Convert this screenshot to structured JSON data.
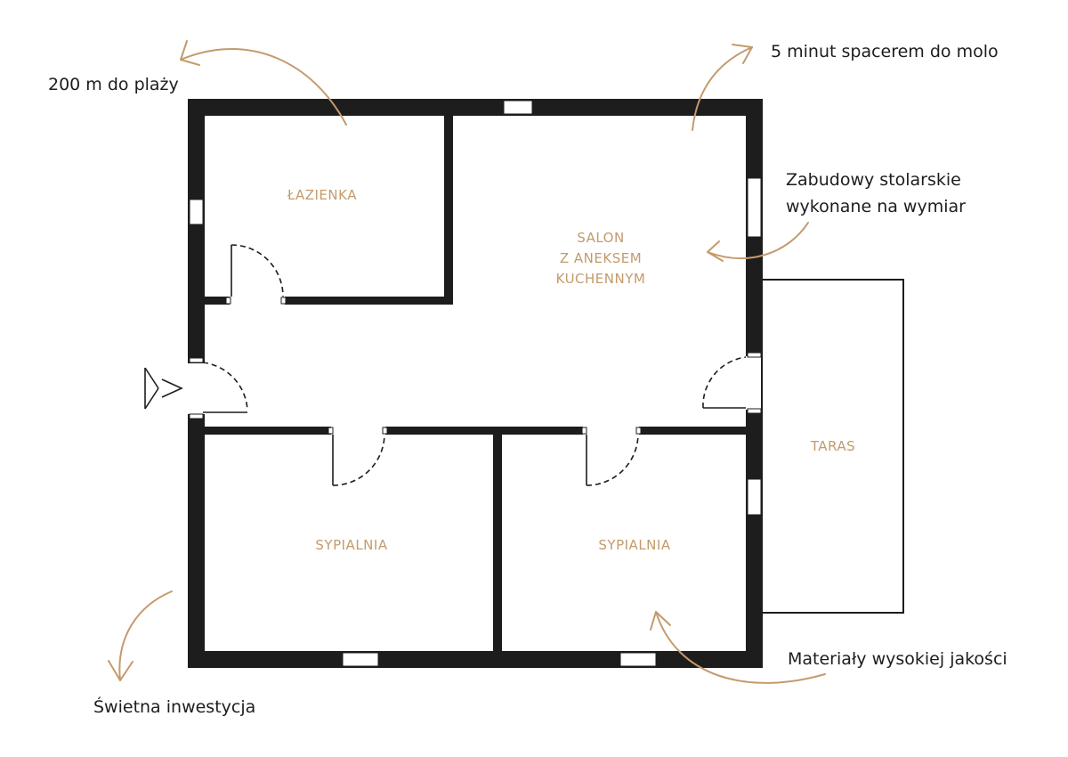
{
  "colors": {
    "wall": "#1d1d1d",
    "accent": "#c49a6c",
    "text": "#1d1d1d",
    "background": "#ffffff"
  },
  "rooms": {
    "lazienka": "ŁAZIENKA",
    "salon": [
      "SALON",
      "Z ANEKSEM",
      "KUCHENNYM"
    ],
    "sypialnia_left": "SYPIALNIA",
    "sypialnia_right": "SYPIALNIA",
    "taras": "TARAS"
  },
  "notes": {
    "beach": "200 m do plaży",
    "pier": "5 minut spacerem do molo",
    "joinery": [
      "Zabudowy stolarskie",
      "wykonane na wymiar"
    ],
    "investment": "Świetna inwestycja",
    "materials": "Materiały wysokiej jakości"
  },
  "icons": {
    "entrance": "entrance-arrow-icon",
    "annotation": "curved-arrow-icon"
  }
}
